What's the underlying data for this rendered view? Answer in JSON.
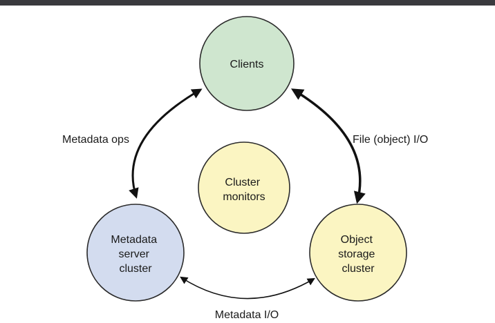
{
  "nodes": {
    "clients": {
      "lines": [
        "Clients"
      ],
      "fill": "#cfe6cf"
    },
    "monitors": {
      "lines": [
        "Cluster",
        "monitors"
      ],
      "fill": "#fbf5c2"
    },
    "metadata": {
      "lines": [
        "Metadata",
        "server",
        "cluster"
      ],
      "fill": "#d3dcef"
    },
    "storage": {
      "lines": [
        "Object",
        "storage",
        "cluster"
      ],
      "fill": "#fbf5c2"
    }
  },
  "edges": {
    "metadata_ops": "Metadata ops",
    "file_io": "File (object) I/O",
    "metadata_io": "Metadata I/O"
  },
  "colors": {
    "circle_stroke": "#2b2b2b",
    "arrow": "#111111",
    "top_bar": "#3a3a3e"
  }
}
